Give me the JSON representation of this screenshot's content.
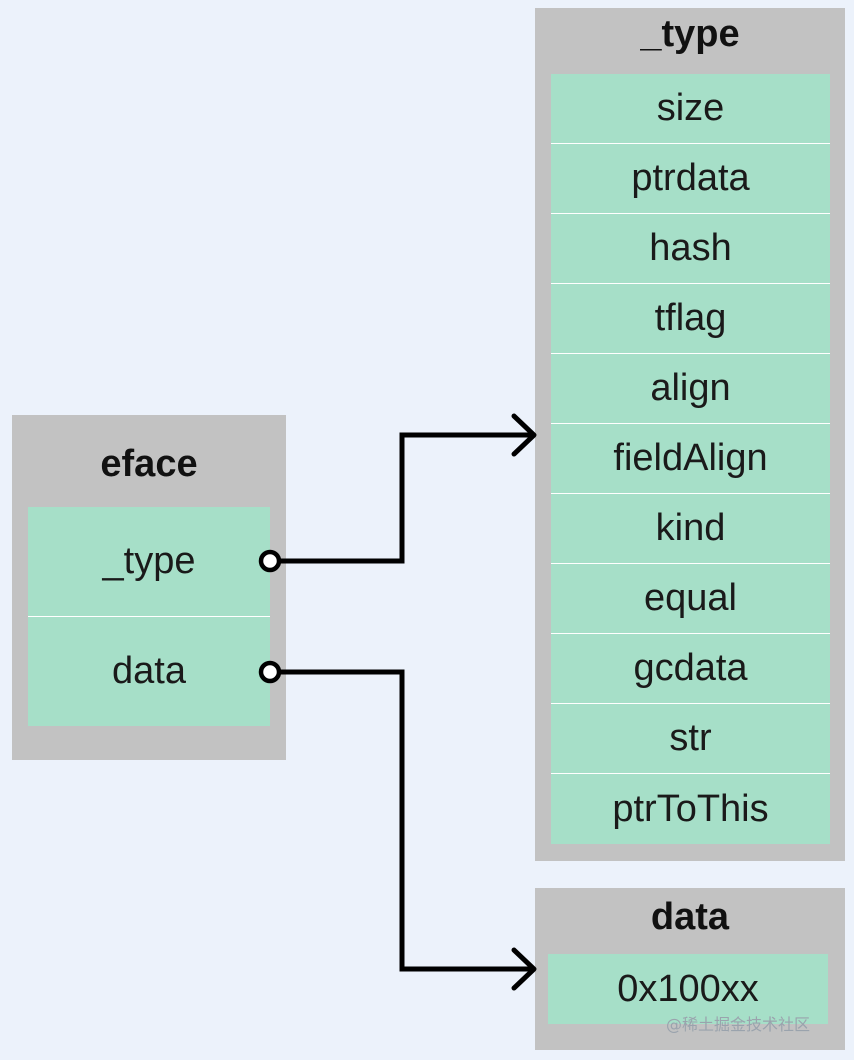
{
  "eface": {
    "title": "eface",
    "fields": [
      "_type",
      "data"
    ]
  },
  "type_struct": {
    "title": "_type",
    "fields": [
      "size",
      "ptrdata",
      "hash",
      "tflag",
      "align",
      "fieldAlign",
      "kind",
      "equal",
      "gcdata",
      "str",
      "ptrToThis"
    ]
  },
  "data_struct": {
    "title": "data",
    "fields": [
      "0x100xx"
    ]
  },
  "watermark": "@稀土掘金技术社区",
  "colors": {
    "background": "#ecf2fb",
    "panel": "#c2c2c2",
    "field": "#a6dfc8",
    "connector": "#000000"
  }
}
